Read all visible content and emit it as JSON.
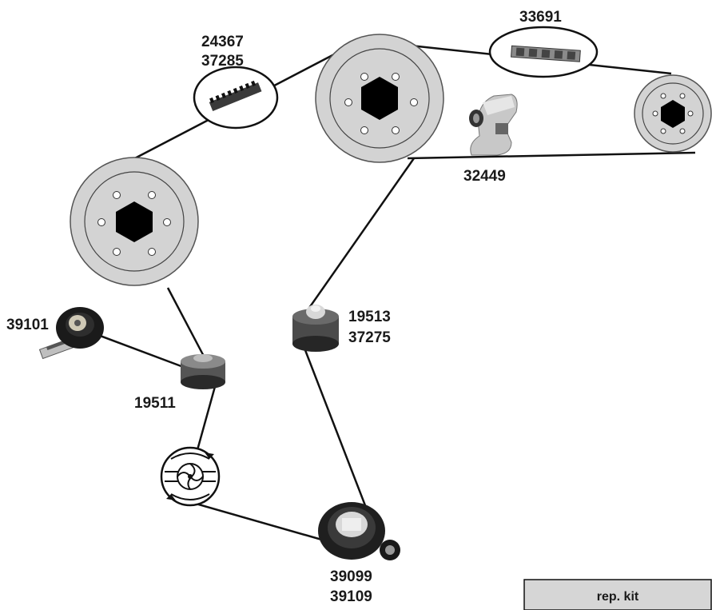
{
  "parts": {
    "belt_pair": [
      "24367",
      "37285"
    ],
    "belt_single": "33691",
    "tool": "32449",
    "tensioner": "39101",
    "idler_left": "19511",
    "idler_right": [
      "19513",
      "37275"
    ],
    "crank_sprocket": [
      "39099",
      "39109"
    ]
  },
  "rep_kit": {
    "label": "rep. kit"
  },
  "colors": {
    "pulley_fill": "#d3d3d3",
    "line": "#111111",
    "hex": "#000000",
    "box_fill": "#d6d6d6"
  },
  "icons": [
    "hex-bolt-icon",
    "water-pump-icon",
    "timing-belt-icon",
    "locking-tool-icon"
  ]
}
